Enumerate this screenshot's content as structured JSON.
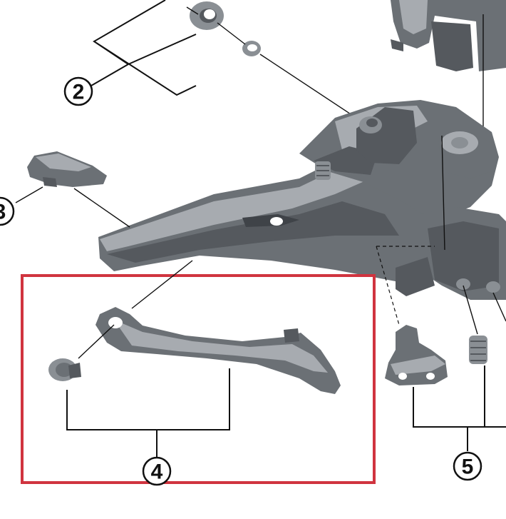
{
  "callouts": [
    {
      "id": "2",
      "label": "2"
    },
    {
      "id": "3",
      "label": "3"
    },
    {
      "id": "4",
      "label": "4"
    },
    {
      "id": "5",
      "label": "5"
    }
  ],
  "colors": {
    "highlight_box": "#d0343f",
    "part_body": "#6b7075",
    "part_shadow": "#55595e",
    "part_highlight": "#a7abb0",
    "line": "#111111"
  }
}
